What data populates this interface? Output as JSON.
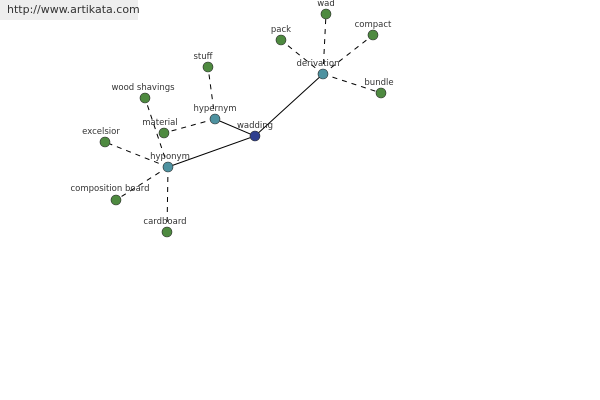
{
  "watermark": {
    "text": "http://www.artikata.com"
  },
  "graph": {
    "root": "wadding",
    "relations": [
      "hypernym",
      "hyponym",
      "derivation"
    ],
    "nodes": {
      "wadding": "wadding",
      "hypernym": "hypernym",
      "hyponym": "hyponym",
      "derivation": "derivation",
      "stuff": "stuff",
      "material": "material",
      "wood_shavings": "wood shavings",
      "excelsior": "excelsior",
      "composition_board": "composition board",
      "cardboard": "cardboard",
      "pack": "pack",
      "wad": "wad",
      "compact": "compact",
      "bundle": "bundle"
    }
  }
}
